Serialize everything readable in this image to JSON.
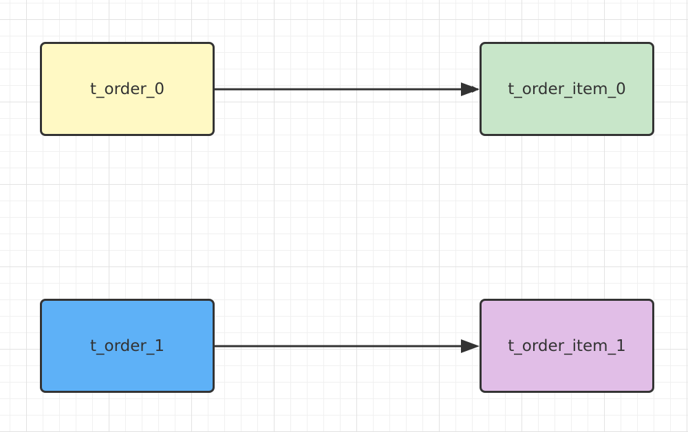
{
  "diagram": {
    "nodes": [
      {
        "id": "t_order_0",
        "label": "t_order_0",
        "color": "#fff9c4"
      },
      {
        "id": "t_order_item_0",
        "label": "t_order_item_0",
        "color": "#c8e6c9"
      },
      {
        "id": "t_order_1",
        "label": "t_order_1",
        "color": "#5eb1f7"
      },
      {
        "id": "t_order_item_1",
        "label": "t_order_item_1",
        "color": "#e1bee7"
      }
    ],
    "edges": [
      {
        "from": "t_order_0",
        "to": "t_order_item_0"
      },
      {
        "from": "t_order_1",
        "to": "t_order_item_1"
      }
    ],
    "colors": {
      "border": "#333333",
      "edge": "#333333",
      "grid_major": "#e2e2e2",
      "grid_minor": "#f0f0f0"
    }
  }
}
